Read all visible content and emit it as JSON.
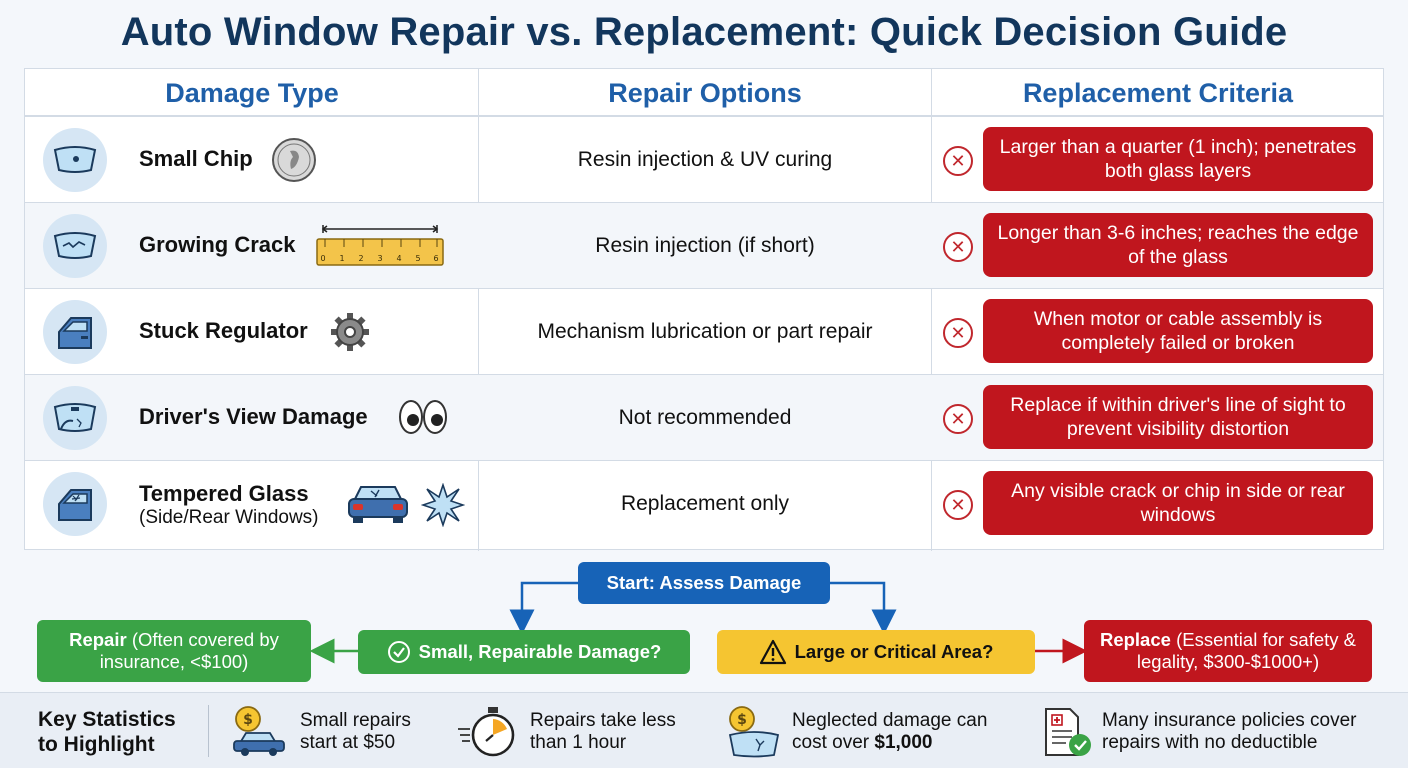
{
  "title": "Auto Window Repair vs. Replacement: Quick Decision Guide",
  "headers": {
    "damage": "Damage Type",
    "repair": "Repair Options",
    "replacement": "Replacement Criteria"
  },
  "rows": [
    {
      "name": "Small Chip",
      "sub": "",
      "repair": "Resin injection & UV curing",
      "criteria": "Larger than a quarter (1 inch); penetrates both glass layers"
    },
    {
      "name": "Growing Crack",
      "sub": "",
      "repair": "Resin injection (if short)",
      "criteria": "Longer than 3-6 inches; reaches the edge of the glass"
    },
    {
      "name": "Stuck Regulator",
      "sub": "",
      "repair": "Mechanism lubrication or part repair",
      "criteria": "When motor or cable assembly is completely failed or broken"
    },
    {
      "name": "Driver's View Damage",
      "sub": "",
      "repair": "Not recommended",
      "criteria": "Replace if within driver's line of sight to prevent visibility distortion"
    },
    {
      "name": "Tempered Glass",
      "sub": "(Side/Rear Windows)",
      "repair": "Replacement only",
      "criteria": "Any visible crack or chip in side or rear windows"
    }
  ],
  "ruler_ticks": [
    "0",
    "1",
    "2",
    "3",
    "4",
    "5",
    "6"
  ],
  "flow": {
    "start": "Start: Assess Damage",
    "small": "Small, Repairable Damage?",
    "large": "Large or Critical Area?",
    "repair_bold": "Repair",
    "repair_rest": " (Often covered by insurance, <$100)",
    "replace_bold": "Replace",
    "replace_rest": " (Essential for safety & legality, $300-$1000+)"
  },
  "stats": {
    "title_line1": "Key Statistics",
    "title_line2": "to Highlight",
    "items": [
      {
        "line1": "Small repairs",
        "line2": "start at $50"
      },
      {
        "line1": "Repairs take less",
        "line2": "than 1 hour"
      },
      {
        "line1": "Neglected damage can",
        "line2_pre": "cost over ",
        "line2_bold": "$1,000"
      },
      {
        "line1": "Many insurance policies cover",
        "line2": "repairs with no deductible"
      }
    ]
  },
  "colors": {
    "title": "#12365c",
    "header": "#1f5fa8",
    "criteria_red": "#c0161e",
    "repair_green": "#3aa346",
    "start_blue": "#1763b7",
    "warn_yellow": "#f5c531"
  },
  "icons": {
    "row_thumbs": [
      "windshield-chip-icon",
      "windshield-crack-icon",
      "car-door-icon",
      "windshield-driver-view-icon",
      "side-window-shatter-icon"
    ],
    "row_extras": [
      "quarter-coin-icon",
      "ruler-icon",
      "gear-icon",
      "eyes-icon",
      "car-rear-icon",
      "shatter-burst-icon"
    ],
    "stats": [
      "money-car-icon",
      "stopwatch-icon",
      "money-windshield-icon",
      "insurance-document-icon"
    ]
  }
}
